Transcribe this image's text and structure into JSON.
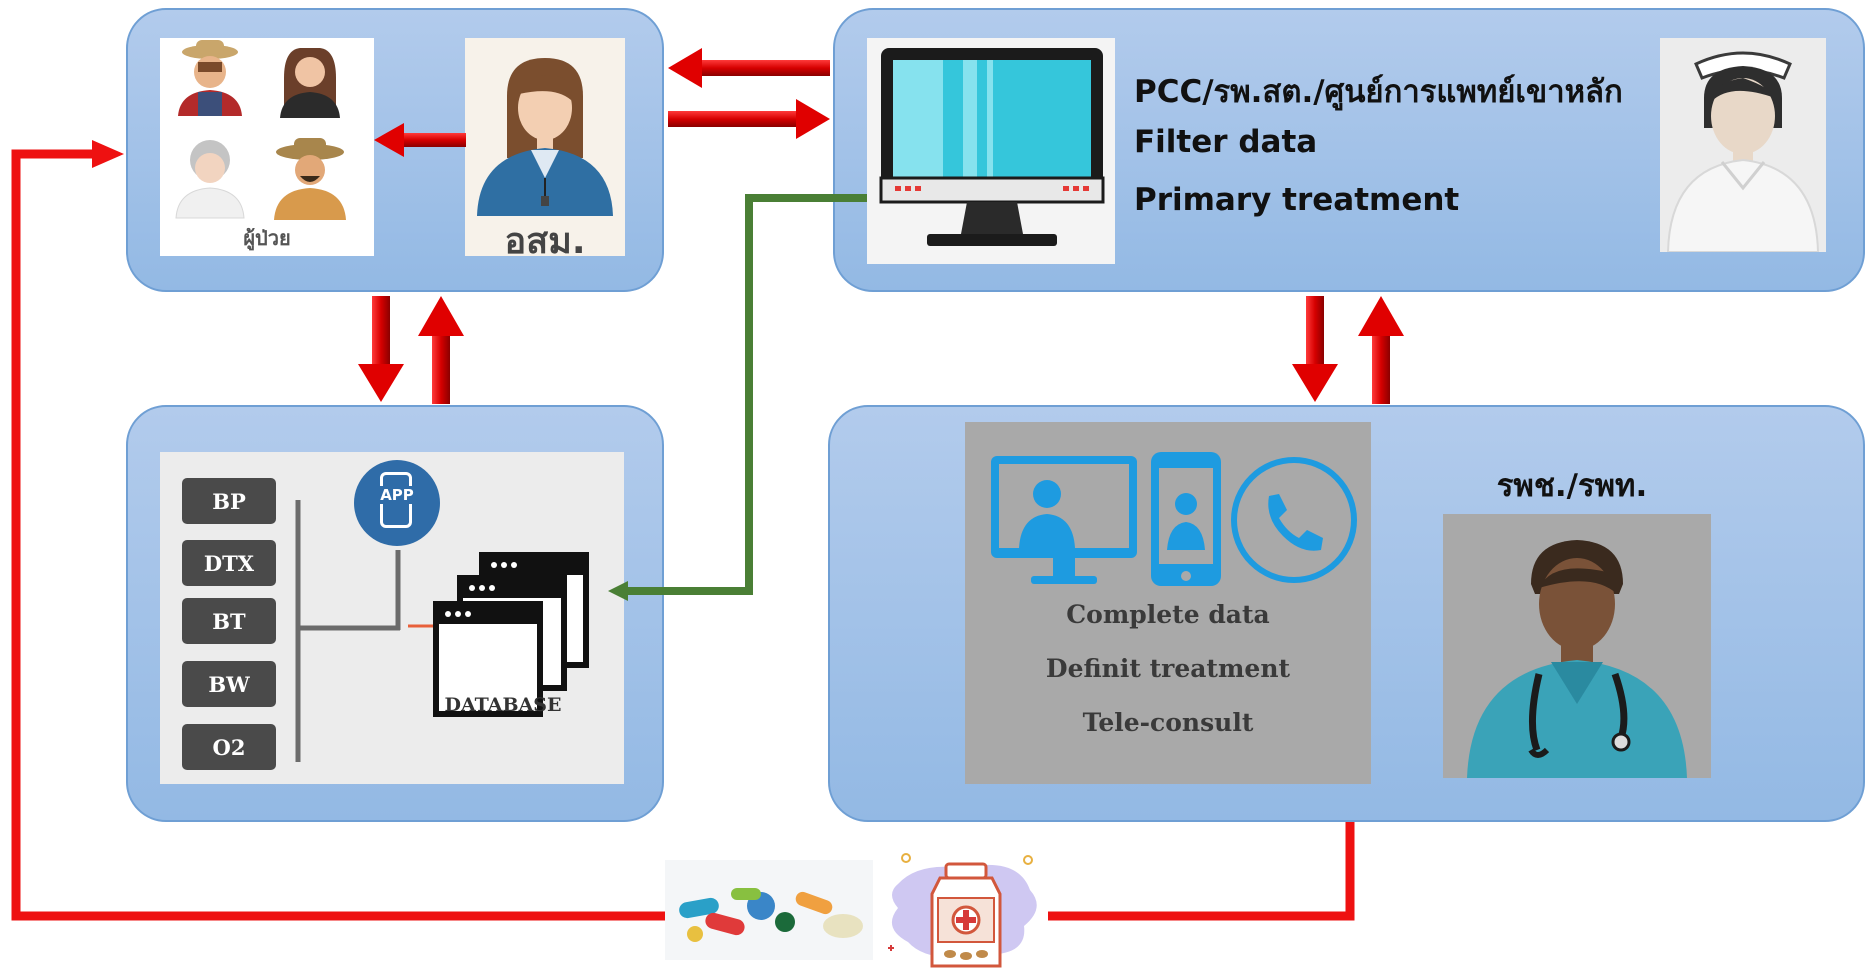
{
  "patients_box": {
    "caption": "ผู้ป่วย",
    "people": [
      "farmer-icon",
      "woman-icon",
      "elderly-woman-icon",
      "farmer-hat-icon"
    ]
  },
  "vhv_box": {
    "caption": "อสม."
  },
  "pcc_box": {
    "lines": [
      "PCC/รพ.สต./ศูนย์การแพทย์เขาหลัก",
      "Filter data",
      "Primary treatment"
    ]
  },
  "database_panel": {
    "vitals": [
      "BP",
      "DTX",
      "BT",
      "BW",
      "O2"
    ],
    "app_label": "APP",
    "database_label": "DATABASE"
  },
  "hospital_panel": {
    "title": "รพช./รพท.",
    "services": [
      "Complete data",
      "Definit treatment",
      "Tele-consult"
    ]
  },
  "colors": {
    "panel": "#a6c3ea",
    "arrow": "#ee1111",
    "green_line": "#4a7f35",
    "badge": "#4a4a4a",
    "tele_blue": "#1e9be0"
  }
}
